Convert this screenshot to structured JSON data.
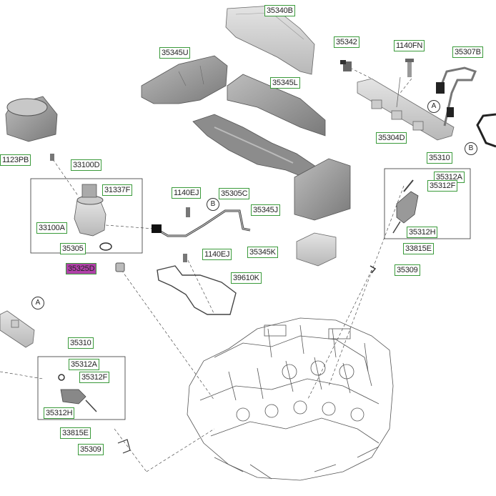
{
  "labels": {
    "p35340B": "35340B",
    "p35345U": "35345U",
    "p35345L": "35345L",
    "p35342": "35342",
    "p1140FN": "1140FN",
    "p35307B": "35307B",
    "p35304D": "35304D",
    "p1123PB": "1123PB",
    "p33100D": "33100D",
    "p31337F": "31337F",
    "p33100A": "33100A",
    "p35305": "35305",
    "p35325D": "35325D",
    "p1140EJ_a": "1140EJ",
    "p35305C": "35305C",
    "p35345J": "35345J",
    "p35345K": "35345K",
    "p1140EJ_b": "1140EJ",
    "p39610K": "39610K",
    "p35310_r": "35310",
    "p35312A_r": "35312A",
    "p35312F_r": "35312F",
    "p35312H_r": "35312H",
    "p33815E_r": "33815E",
    "p35309_r": "35309",
    "p35310_l": "35310",
    "p35312A_l": "35312A",
    "p35312F_l": "35312F",
    "p35312H_l": "35312H",
    "p33815E_l": "33815E",
    "p35309_l": "35309"
  },
  "callouts": {
    "a_right": "A",
    "b_right": "B",
    "b_mid": "B",
    "a_left": "A"
  },
  "colors": {
    "label_border": "#3a9a3a",
    "highlight": "#b040a8",
    "part_fill": "#9a9a9a",
    "line": "#333333"
  }
}
